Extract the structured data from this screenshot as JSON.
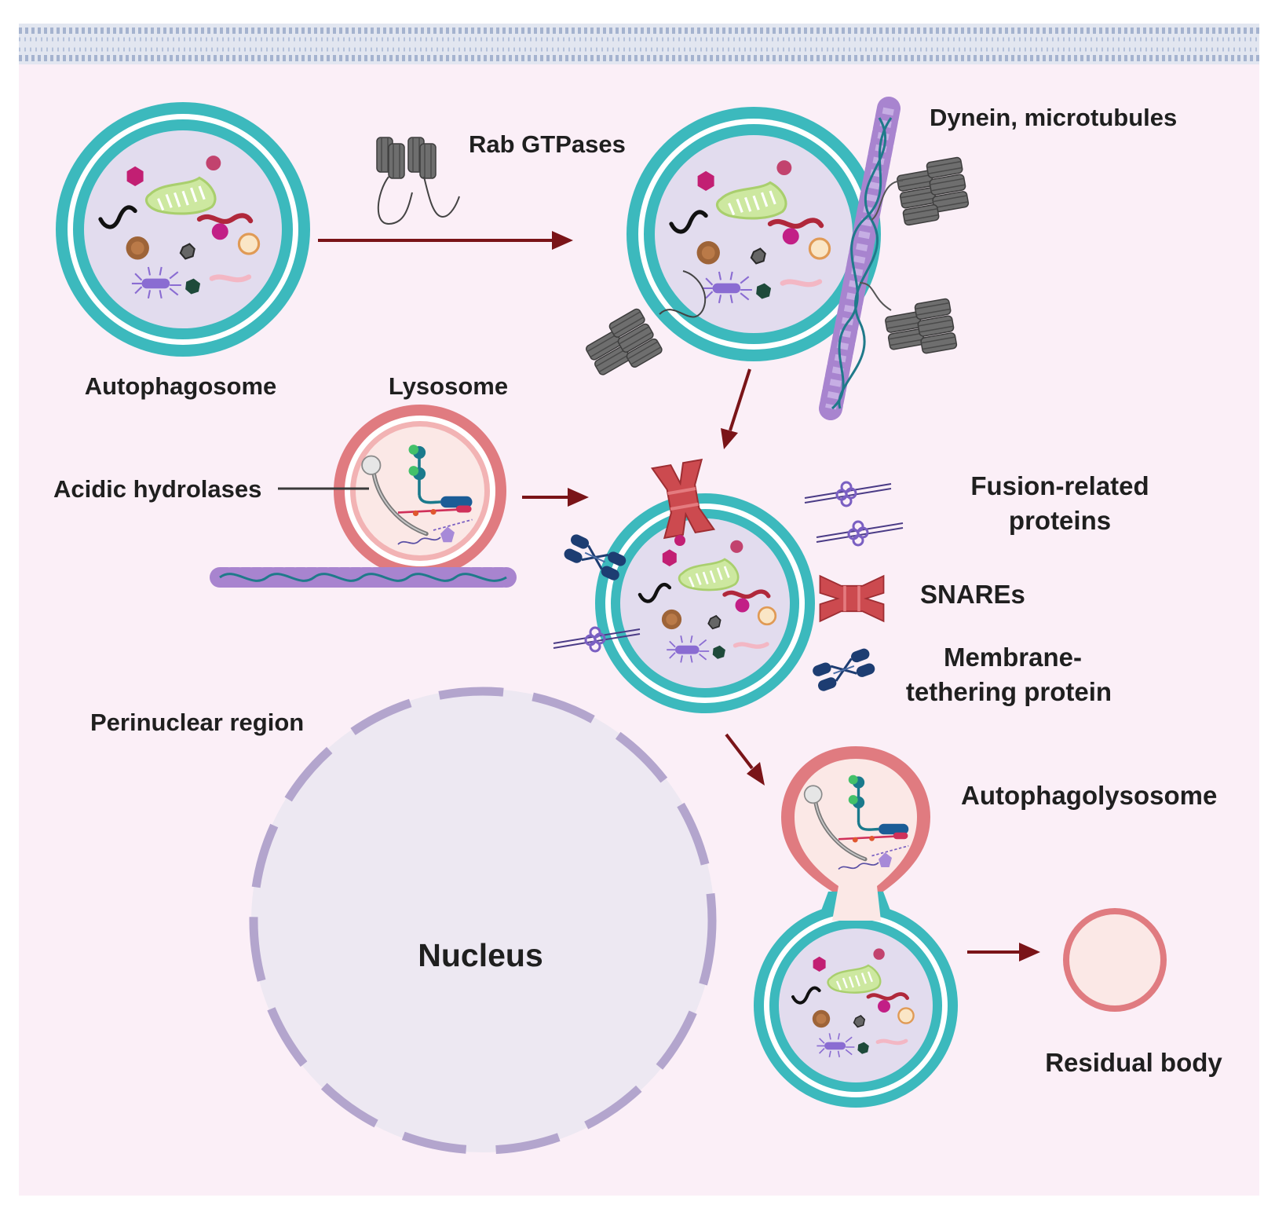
{
  "labels": {
    "autophagosome": "Autophagosome",
    "rab_gtpases": "Rab GTPases",
    "dynein_microtubules": "Dynein, microtubules",
    "lysosome": "Lysosome",
    "acidic_hydrolases": "Acidic hydrolases",
    "fusion_related_1": "Fusion-related",
    "fusion_related_2": "proteins",
    "snares": "SNAREs",
    "membrane_tethering_1": "Membrane-",
    "membrane_tethering_2": "tethering protein",
    "perinuclear_region": "Perinuclear region",
    "nucleus": "Nucleus",
    "autophagolysosome": "Autophagolysosome",
    "residual_body": "Residual body"
  },
  "colors": {
    "background": "#fbeff7",
    "membrane_teal": "#3cb9bd",
    "lumen": "#e2dcee",
    "lysosome_red": "#e07b80",
    "lysosome_fill": "#fbe8e6",
    "arrow": "#7a1418",
    "nucleus_dash": "#b3a5cd",
    "nucleus_fill": "#ede8f2",
    "rab_protein": "#6b6b6b",
    "microtubule": "#a884cf",
    "snare_red": "#cc4a4f",
    "tether_navy": "#1d3d72"
  },
  "icons": [
    "rab-gtpase-icon",
    "dynein-icon",
    "microtubule-icon",
    "snare-icon",
    "tethering-protein-icon",
    "fusion-protein-icon",
    "mitochondrion-icon",
    "acidic-hydrolase-icon"
  ]
}
